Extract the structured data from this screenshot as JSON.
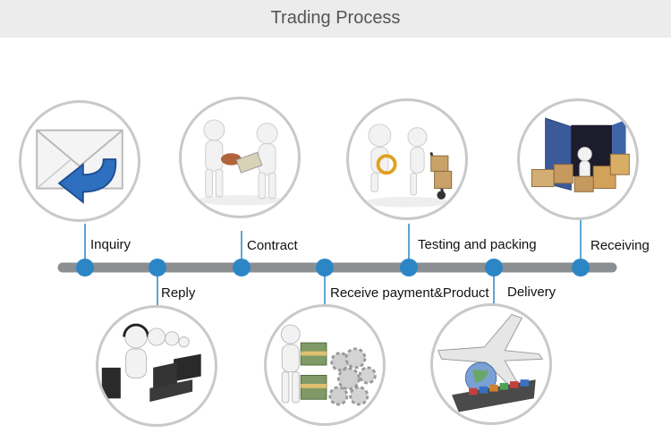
{
  "header": {
    "title": "Trading Process"
  },
  "steps": [
    {
      "label": "Inquiry",
      "icon": "envelope-arrow-icon"
    },
    {
      "label": "Reply",
      "icon": "call-center-icon"
    },
    {
      "label": "Contract",
      "icon": "handshake-document-icon"
    },
    {
      "label": "Receive payment&Product",
      "icon": "money-gears-icon"
    },
    {
      "label": "Testing and packing",
      "icon": "inspection-handtruck-icon"
    },
    {
      "label": "Delivery",
      "icon": "airplane-ship-icon"
    },
    {
      "label": "Receiving",
      "icon": "container-boxes-icon"
    }
  ],
  "colors": {
    "accent": "#2c86c6",
    "bar": "#8c8f92",
    "header_bg": "#ececec",
    "circle_border": "#c9c9c9"
  }
}
